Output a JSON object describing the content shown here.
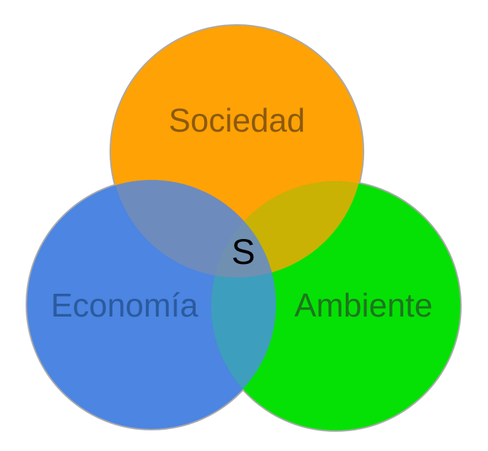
{
  "diagram": {
    "kind": "venn-3-circles",
    "background": "#FFFFFF",
    "outline_color": "#9B9B9B",
    "circles": [
      {
        "id": "society",
        "label": "Sociedad",
        "color": "#FFA205",
        "label_color": "#8B5A10"
      },
      {
        "id": "economy",
        "label": "Economía",
        "color": "#4C85E2",
        "label_color": "#2B5B9E"
      },
      {
        "id": "environment",
        "label": "Ambiente",
        "color": "#05E105",
        "label_color": "#1E751E"
      }
    ],
    "overlaps": {
      "society_economy": "#6E8BBE",
      "society_environment": "#C9B204",
      "economy_environment": "#3E9EBD",
      "center": "#7090B2"
    },
    "center": {
      "label": "S",
      "label_color": "#000000"
    }
  }
}
